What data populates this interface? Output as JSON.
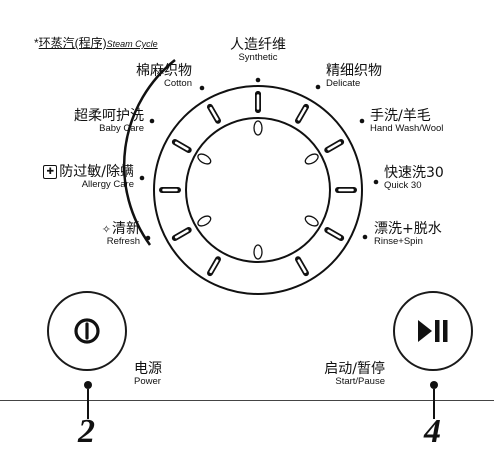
{
  "steam_cycle": {
    "star": "*",
    "cn": "环蒸汽(程序)",
    "en": "Steam Cycle"
  },
  "programs": {
    "synthetic": {
      "cn": "人造纤维",
      "en": "Synthetic"
    },
    "cotton": {
      "cn": "棉麻织物",
      "en": "Cotton"
    },
    "delicate": {
      "cn": "精细织物",
      "en": "Delicate"
    },
    "baby_care": {
      "cn": "超柔呵护洗",
      "en": "Baby Care"
    },
    "hand_wash": {
      "cn": "手洗/羊毛",
      "en": "Hand Wash/Wool"
    },
    "allergy_care": {
      "cn": "防过敏/除螨",
      "en": "Allergy Care"
    },
    "quick30": {
      "cn": "快速洗30",
      "en": "Quick 30"
    },
    "refresh": {
      "cn": "清新",
      "en": "Refresh"
    },
    "rinse_spin": {
      "cn": "漂洗+脱水",
      "en": "Rinse+Spin"
    }
  },
  "power": {
    "cn": "电源",
    "en": "Power",
    "callout": "2",
    "icon": "power-icon"
  },
  "start_pause": {
    "cn": "启动/暂停",
    "en": "Start/Pause",
    "callout": "4",
    "icon": "play-pause-icon"
  }
}
